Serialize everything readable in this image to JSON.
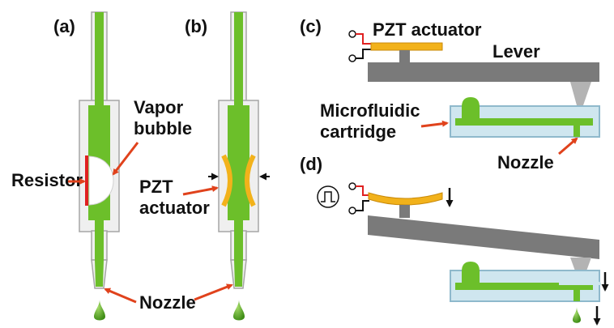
{
  "panels": {
    "a": "(a)",
    "b": "(b)",
    "c": "(c)",
    "d": "(d)"
  },
  "labels": {
    "vapor": "Vapor",
    "bubble": "bubble",
    "resistor": "Resistor",
    "pzt_b_line1": "PZT",
    "pzt_b_line2": "actuator",
    "nozzle_ab": "Nozzle",
    "pzt_c": "PZT actuator",
    "lever": "Lever",
    "microfluidic": "Microfluidic",
    "cartridge": "cartridge",
    "nozzle_c": "Nozzle"
  },
  "colors": {
    "fluid": "#6cbf2a",
    "fluid_dark": "#4e9a1c",
    "housing_fill": "#efefef",
    "housing_stroke": "#a6a6a6",
    "pzt_fill": "#f2b21b",
    "pzt_stroke": "#c98a0a",
    "lever": "#7a7a7a",
    "cartridge_fill": "#cfe6ef",
    "cartridge_stroke": "#8fb9cc",
    "arrow_red": "#e0421c",
    "resistor_red": "#e02020",
    "wire_red": "#e02020",
    "black": "#111111"
  },
  "icons": [
    "pulse-signal-icon",
    "droplet-icon",
    "down-arrow-icon",
    "terminal-circle-icon"
  ]
}
